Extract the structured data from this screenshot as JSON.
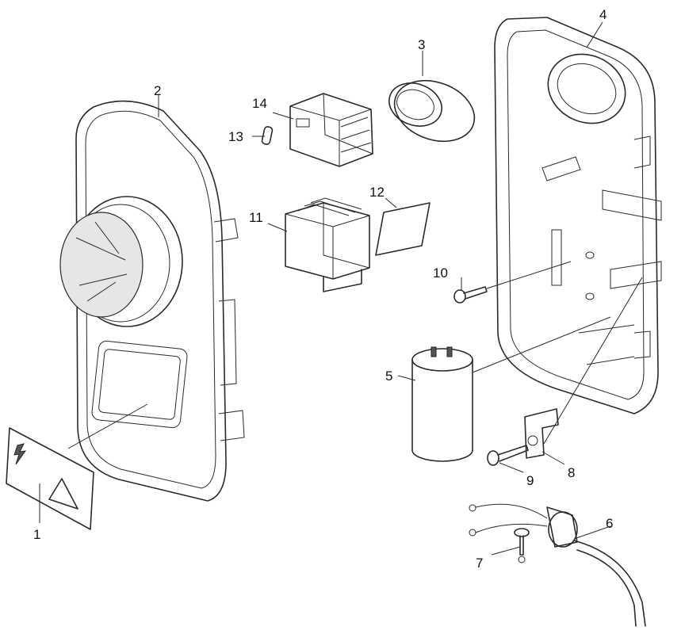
{
  "callouts": {
    "n1": "1",
    "n2": "2",
    "n3": "3",
    "n4": "4",
    "n5": "5",
    "n6": "6",
    "n7": "7",
    "n8": "8",
    "n9": "9",
    "n10": "10",
    "n11": "11",
    "n12": "12",
    "n13": "13",
    "n14": "14"
  },
  "colors": {
    "line": "#2a2a2a",
    "background": "#ffffff"
  }
}
